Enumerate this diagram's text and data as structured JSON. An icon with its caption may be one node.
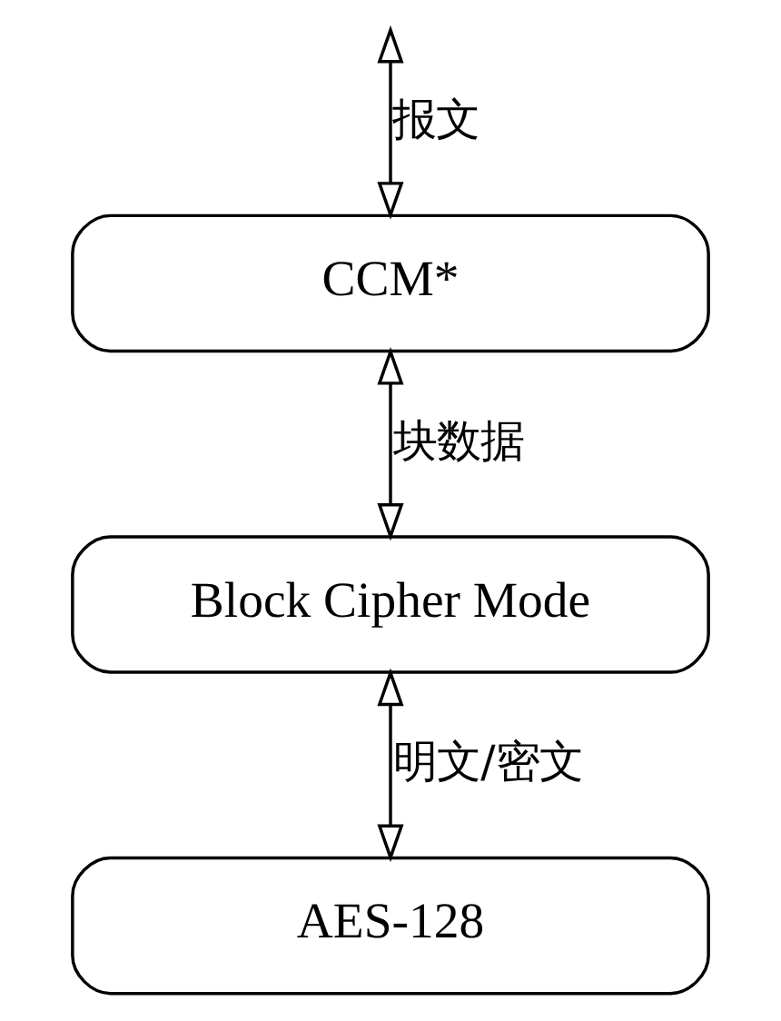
{
  "diagram": {
    "nodes": [
      {
        "text": [
          "CCM*"
        ]
      },
      {
        "text": [
          "Block Cipher Mode"
        ]
      },
      {
        "text": [
          "AES-128"
        ]
      }
    ],
    "edges": [
      {
        "from": null,
        "to": 0,
        "arrow": "both",
        "label": "报文"
      },
      {
        "from": 0,
        "to": 1,
        "arrow": "both",
        "label": "块数据"
      },
      {
        "from": 1,
        "to": 2,
        "arrow": "both",
        "label": "明文/密文"
      }
    ]
  }
}
